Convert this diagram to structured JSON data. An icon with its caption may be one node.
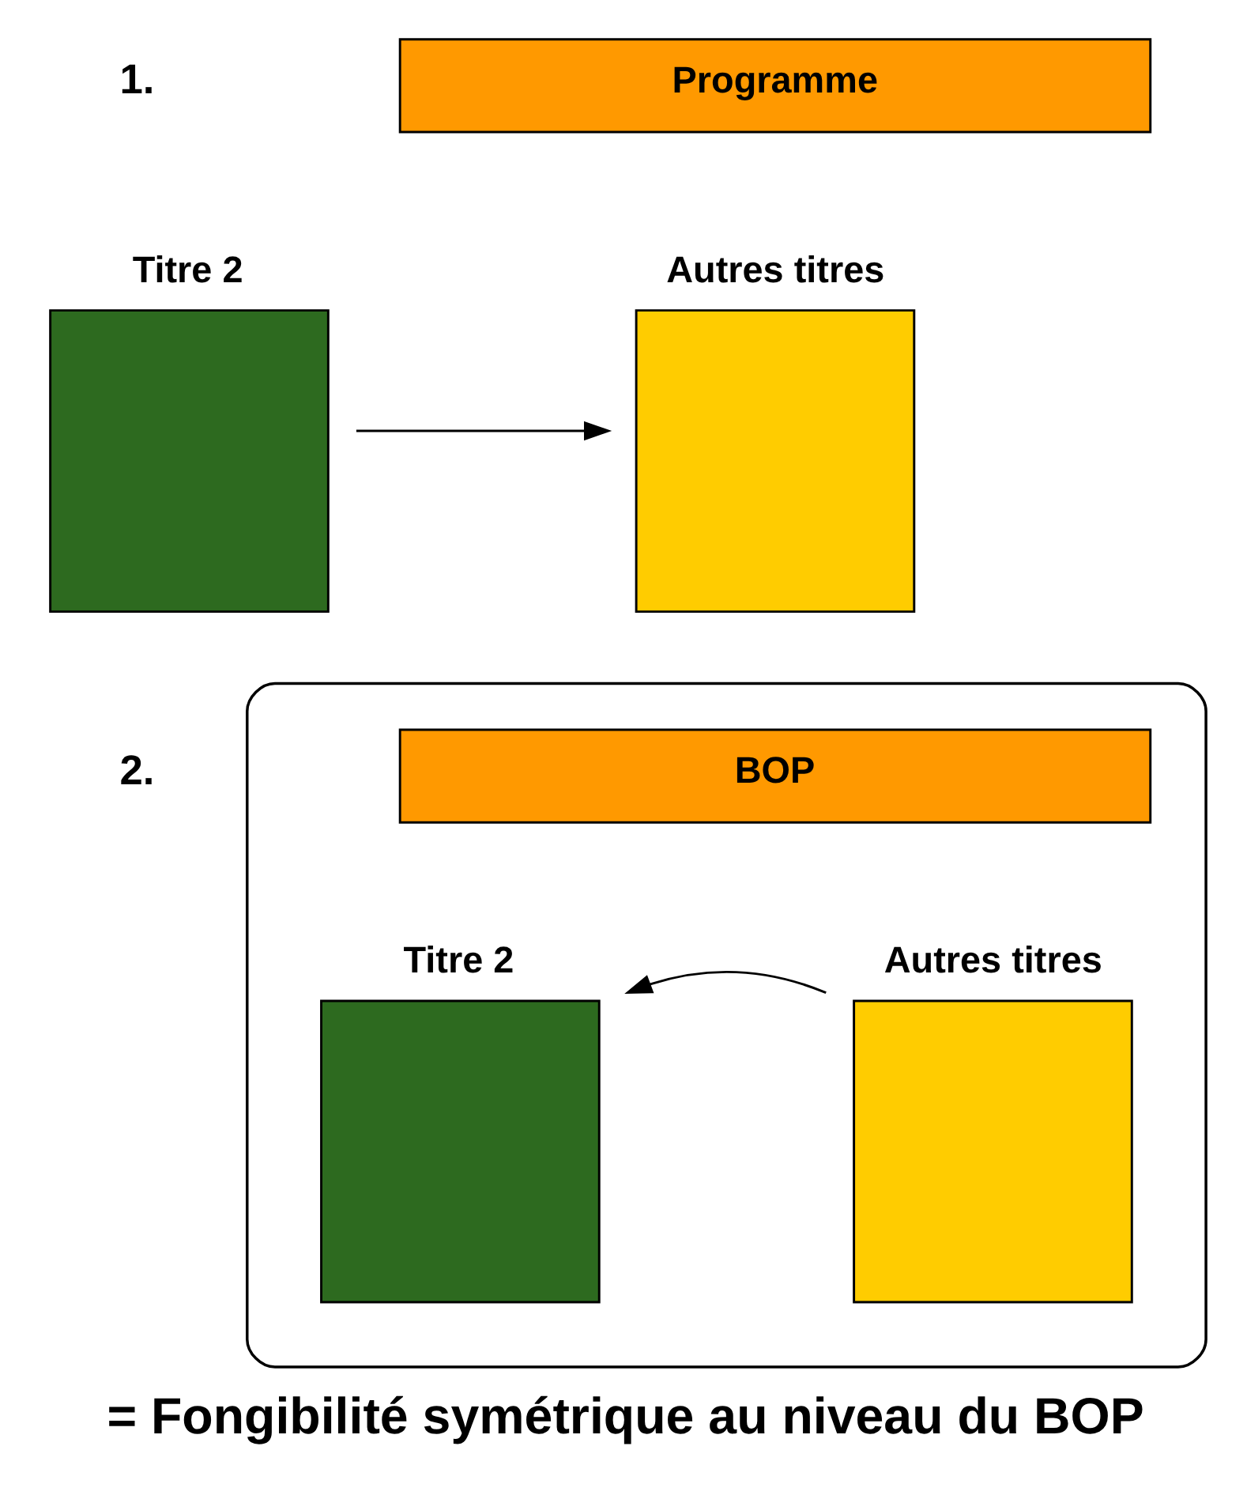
{
  "diagram": {
    "caption": "= Fongibilité symétrique au niveau du BOP",
    "nodes": [
      {
        "text": [
          "Programme"
        ]
      },
      {
        "text": [
          "Titre 2"
        ]
      },
      {
        "text": [
          "Autres titres"
        ]
      },
      {
        "text": [],
        "shape": "box"
      },
      {
        "text": [
          "BOP"
        ],
        "in": 3
      },
      {
        "text": [
          "Titre 2"
        ],
        "in": 3
      },
      {
        "text": [
          "Autres titres"
        ],
        "in": 3
      }
    ],
    "edges": [
      {
        "from": 1,
        "to": 2,
        "arrow": "to"
      },
      {
        "from": 6,
        "to": 5,
        "arrow": "to"
      }
    ],
    "labels": [
      "1.",
      "2."
    ]
  }
}
